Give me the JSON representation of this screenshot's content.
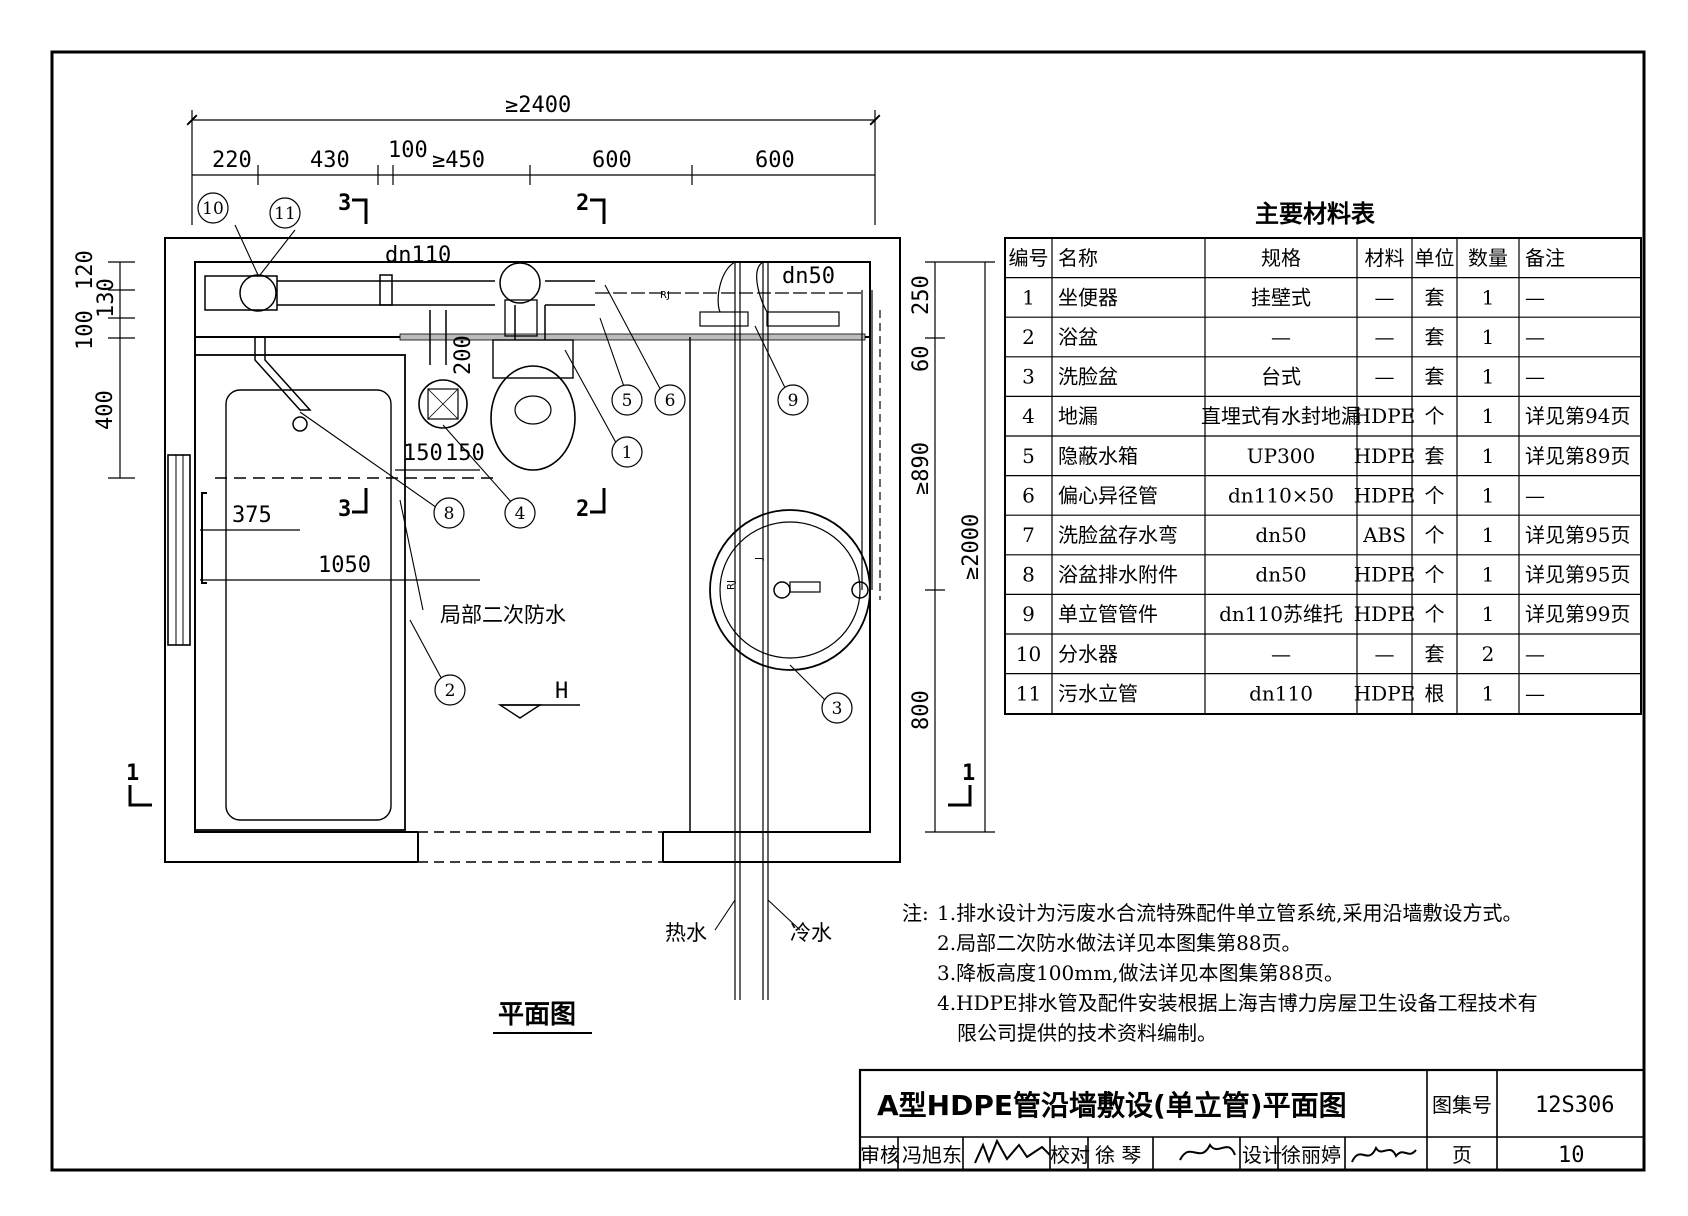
{
  "plan": {
    "title": "平面图",
    "dims_top": {
      "total": "≥2400",
      "d220": "220",
      "d430": "430",
      "d100": "100",
      "d450": "≥450",
      "d600a": "600",
      "d600b": "600"
    },
    "dims_left": {
      "d120": "120",
      "d130": "130",
      "d100": "100",
      "d400": "400"
    },
    "dims_right": {
      "d250": "250",
      "d60": "60",
      "d890": "≥890",
      "d800": "800",
      "d2000": "≥2000"
    },
    "dims_inner": {
      "d200": "200",
      "d150a": "150",
      "d150b": "150",
      "d375": "375",
      "d1050": "1050"
    },
    "pipe_labels": {
      "dn110": "dn110",
      "dn50": "dn50",
      "rj": "RJ",
      "j": "J"
    },
    "annotations": {
      "waterproof": "局部二次防水",
      "hot_water": "热水",
      "cold_water": "冷水",
      "level": "H"
    },
    "section_marks": {
      "s1": "1",
      "s2": "2",
      "s3": "3"
    },
    "callouts": [
      "1",
      "2",
      "3",
      "4",
      "5",
      "6",
      "8",
      "9",
      "10",
      "11"
    ]
  },
  "materials": {
    "title": "主要材料表",
    "headers": [
      "编号",
      "名称",
      "规格",
      "材料",
      "单位",
      "数量",
      "备注"
    ],
    "rows": [
      [
        "1",
        "坐便器",
        "挂壁式",
        "—",
        "套",
        "1",
        "—"
      ],
      [
        "2",
        "浴盆",
        "—",
        "—",
        "套",
        "1",
        "—"
      ],
      [
        "3",
        "洗脸盆",
        "台式",
        "—",
        "套",
        "1",
        "—"
      ],
      [
        "4",
        "地漏",
        "直埋式有水封地漏",
        "HDPE",
        "个",
        "1",
        "详见第94页"
      ],
      [
        "5",
        "隐蔽水箱",
        "UP300",
        "HDPE",
        "套",
        "1",
        "详见第89页"
      ],
      [
        "6",
        "偏心异径管",
        "dn110×50",
        "HDPE",
        "个",
        "1",
        "—"
      ],
      [
        "7",
        "洗脸盆存水弯",
        "dn50",
        "ABS",
        "个",
        "1",
        "详见第95页"
      ],
      [
        "8",
        "浴盆排水附件",
        "dn50",
        "HDPE",
        "个",
        "1",
        "详见第95页"
      ],
      [
        "9",
        "单立管管件",
        "dn110苏维托",
        "HDPE",
        "个",
        "1",
        "详见第99页"
      ],
      [
        "10",
        "分水器",
        "—",
        "—",
        "套",
        "2",
        "—"
      ],
      [
        "11",
        "污水立管",
        "dn110",
        "HDPE",
        "根",
        "1",
        "—"
      ]
    ]
  },
  "notes": {
    "prefix": "注:",
    "items": [
      "1.排水设计为污废水合流特殊配件单立管系统,采用沿墙敷设方式。",
      "2.局部二次防水做法详见本图集第88页。",
      "3.降板高度100mm,做法详见本图集第88页。",
      "4.HDPE排水管及配件安装根据上海吉博力房屋卫生设备工程技术有",
      "限公司提供的技术资料编制。"
    ]
  },
  "title_block": {
    "title": "A型HDPE管沿墙敷设(单立管)平面图",
    "atlas_label": "图集号",
    "atlas_no": "12S306",
    "review_label": "审核",
    "reviewer": "冯旭东",
    "check_label": "校对",
    "checker": "徐 琴",
    "design_label": "设计",
    "designer": "徐丽婷",
    "page_label": "页",
    "page_no": "10"
  }
}
